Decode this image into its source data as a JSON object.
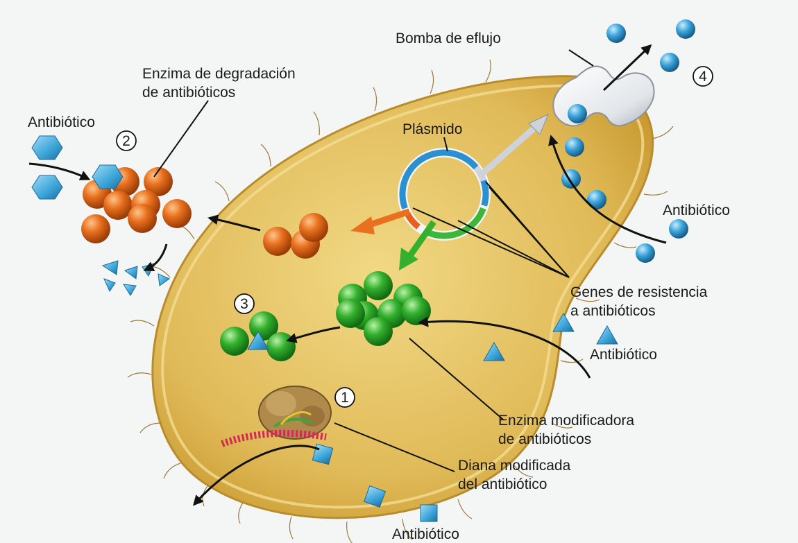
{
  "labels": {
    "efflux_pump": "Bomba de eflujo",
    "degrading_enzyme_line1": "Enzima de degradación",
    "degrading_enzyme_line2": "de antibióticos",
    "antibiotic_top_left": "Antibiótico",
    "plasmid": "Plásmido",
    "antibiotic_right": "Antibiótico",
    "resistance_genes_line1": "Genes de resistencia",
    "resistance_genes_line2": "a antibióticos",
    "antibiotic_mid_right": "Antibiótico",
    "modifying_enzyme_line1": "Enzima modificadora",
    "modifying_enzyme_line2": "de antibióticos",
    "modified_target_line1": "Diana modificada",
    "modified_target_line2": "del antibiótico",
    "antibiotic_bottom": "Antibiótico"
  },
  "markers": {
    "m1": "1",
    "m2": "2",
    "m3": "3",
    "m4": "4"
  },
  "colors": {
    "cell_fill": "#e2bf5e",
    "cell_edge": "#c49a38",
    "degrading_enzyme": "#e06a1c",
    "modifying_enzyme": "#2faa2c",
    "antibiotic": "#3aa3d8",
    "pump": "#e9ecef"
  }
}
